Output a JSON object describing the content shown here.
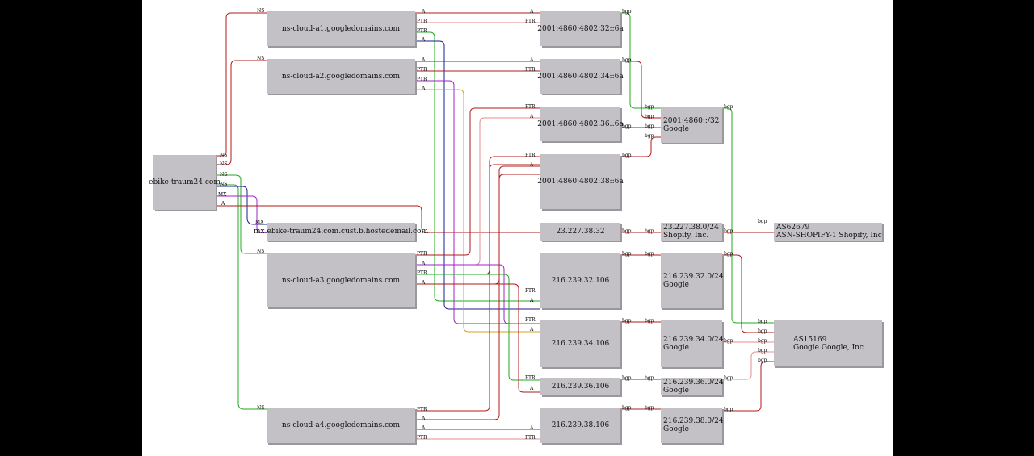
{
  "domain_nodes": {
    "ebike": "ebike-traum24.com",
    "ns_a1": "ns-cloud-a1.googledomains.com",
    "ns_a2": "ns-cloud-a2.googledomains.com",
    "ns_a3": "ns-cloud-a3.googledomains.com",
    "ns_a4": "ns-cloud-a4.googledomains.com",
    "mx": "mx.ebike-traum24.com.cust.b.hostedemail.com"
  },
  "ip_nodes": {
    "v6_32": "2001:4860:4802:32::6a",
    "v6_34": "2001:4860:4802:34::6a",
    "v6_36": "2001:4860:4802:36::6a",
    "v6_38": "2001:4860:4802:38::6a",
    "ip_23": "23.227.38.32",
    "ip_32": "216.239.32.106",
    "ip_34": "216.239.34.106",
    "ip_36": "216.239.36.106",
    "ip_38": "216.239.38.106"
  },
  "prefix_nodes": {
    "p_v6": {
      "prefix": "2001:4860::/32",
      "org": "Google"
    },
    "p_23": {
      "prefix": "23.227.38.0/24",
      "org": "Shopify, Inc."
    },
    "p_32": {
      "prefix": "216.239.32.0/24",
      "org": "Google"
    },
    "p_34": {
      "prefix": "216.239.34.0/24",
      "org": "Google"
    },
    "p_36": {
      "prefix": "216.239.36.0/24",
      "org": "Google"
    },
    "p_38": {
      "prefix": "216.239.38.0/24",
      "org": "Google"
    }
  },
  "as_nodes": {
    "as_shop": {
      "asn": "AS62679",
      "org": "ASN-SHOPIFY-1 Shopify, Inc"
    },
    "as_goog": {
      "asn": "AS15169",
      "org": "Google Google, Inc"
    }
  },
  "edge_labels": {
    "ns": "NS",
    "mx": "MX",
    "a": "A",
    "ptr": "PTR",
    "bgp": "bgp"
  },
  "colors": {
    "red": "#b01818",
    "pink": "#e48c8c",
    "green": "#22a822",
    "navy": "#1c1c8c",
    "purple": "#a020c8",
    "orange": "#d8a020",
    "node": "#c3c1c6"
  }
}
